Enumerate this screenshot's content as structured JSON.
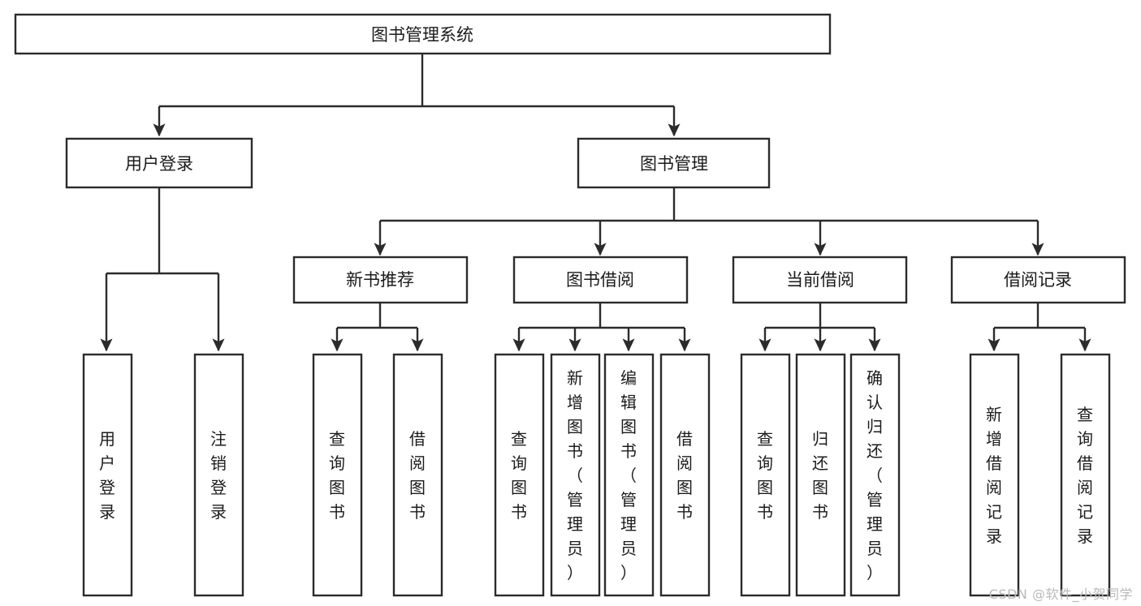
{
  "diagram": {
    "type": "hierarchy-tree",
    "title": "图书管理系统",
    "watermark": "CSDN @软件_小贺同学",
    "colors": {
      "stroke": "#2b2b2b",
      "fill": "#ffffff",
      "text": "#1b1b1b",
      "watermark": "#b9b9b9",
      "background": "#ffffff"
    },
    "root": {
      "label": "图书管理系统"
    },
    "level2": [
      {
        "label": "用户登录"
      },
      {
        "label": "图书管理"
      }
    ],
    "level3": [
      {
        "label": "新书推荐"
      },
      {
        "label": "图书借阅"
      },
      {
        "label": "当前借阅"
      },
      {
        "label": "借阅记录"
      }
    ],
    "leaves": {
      "user_login": [
        {
          "label": "用户登录"
        },
        {
          "label": "注销登录"
        }
      ],
      "new_book_recommend": [
        {
          "label": "查询图书"
        },
        {
          "label": "借阅图书"
        }
      ],
      "book_borrow": [
        {
          "label": "查询图书"
        },
        {
          "label": "新增图书（管理员）"
        },
        {
          "label": "编辑图书（管理员）"
        },
        {
          "label": "借阅图书"
        }
      ],
      "current_borrow": [
        {
          "label": "查询图书"
        },
        {
          "label": "归还图书"
        },
        {
          "label": "确认归还（管理员）"
        }
      ],
      "borrow_record": [
        {
          "label": "新增借阅记录"
        },
        {
          "label": "查询借阅记录"
        }
      ]
    }
  }
}
